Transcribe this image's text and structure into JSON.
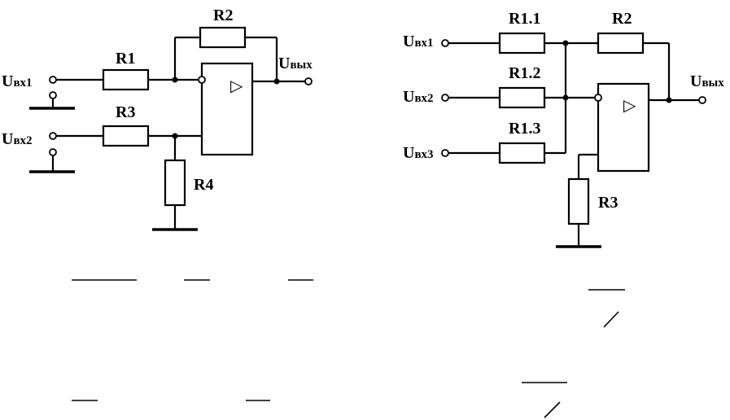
{
  "left_circuit": {
    "inputs": [
      {
        "main": "U",
        "sub": "вх1"
      },
      {
        "main": "U",
        "sub": "вх2"
      }
    ],
    "output": {
      "main": "U",
      "sub": "вых"
    },
    "resistors": {
      "r1": "R1",
      "r2": "R2",
      "r3": "R3",
      "r4": "R4"
    },
    "opamp_symbol": "▷"
  },
  "right_circuit": {
    "inputs": [
      {
        "main": "U",
        "sub": "вх1"
      },
      {
        "main": "U",
        "sub": "вх2"
      },
      {
        "main": "U",
        "sub": "вх3"
      }
    ],
    "output": {
      "main": "U",
      "sub": "вых"
    },
    "resistors": {
      "r11": "R1.1",
      "r12": "R1.2",
      "r13": "R1.3",
      "r2": "R2",
      "r3": "R3"
    },
    "opamp_symbol": "▷"
  }
}
